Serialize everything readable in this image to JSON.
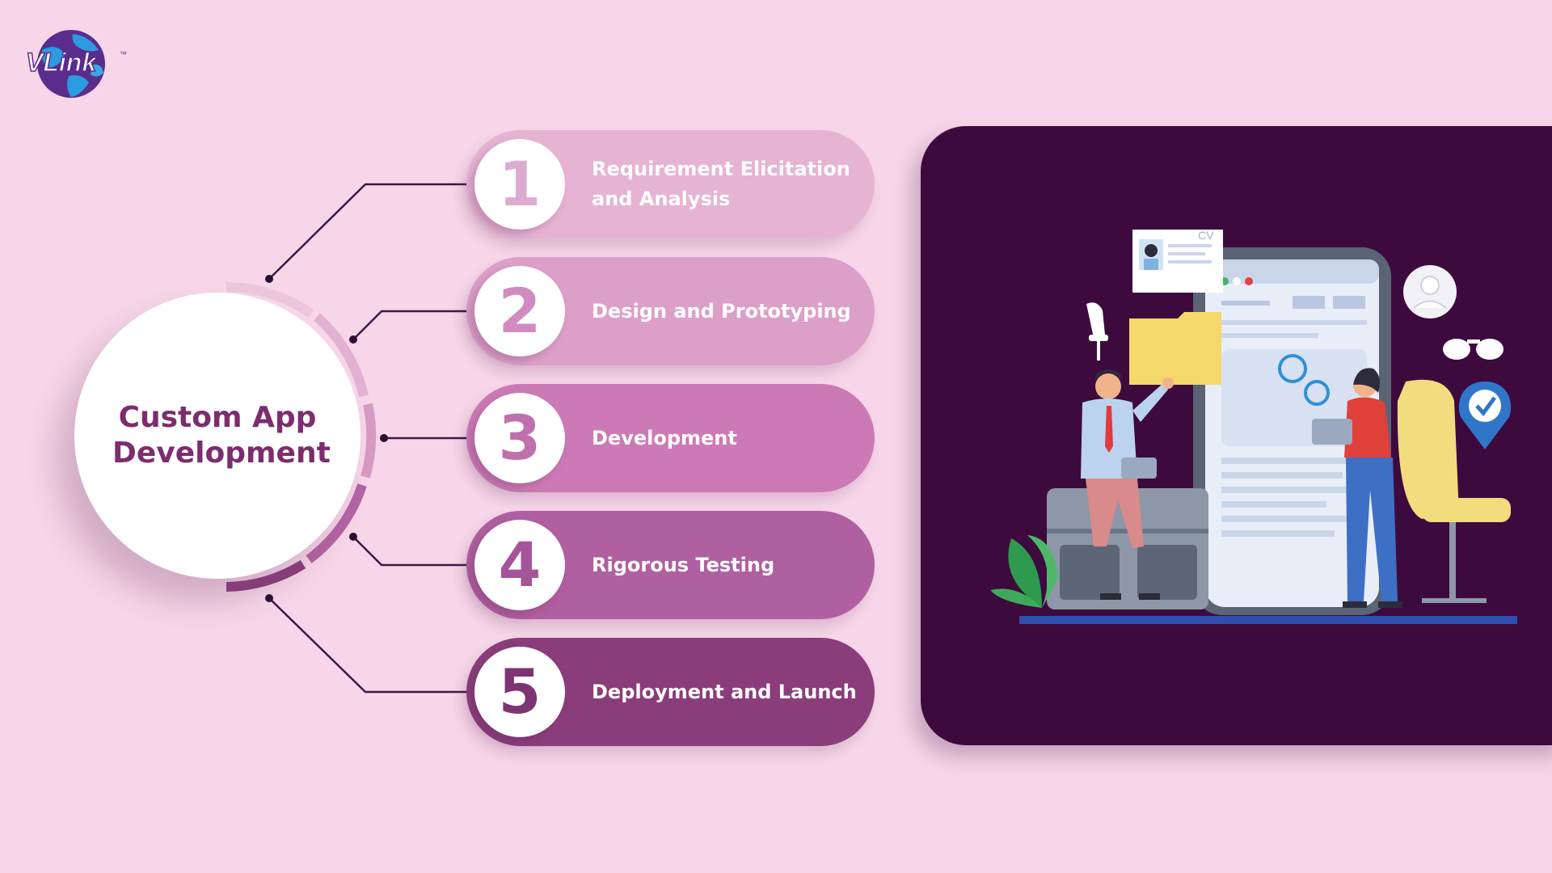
{
  "logo": {
    "text": "VLink",
    "trademark": "™"
  },
  "hub": {
    "title": "Custom App Development"
  },
  "steps": [
    {
      "number": "1",
      "label": "Requirement Elicitation and Analysis"
    },
    {
      "number": "2",
      "label": "Design and Prototyping"
    },
    {
      "number": "3",
      "label": "Development"
    },
    {
      "number": "4",
      "label": "Rigorous Testing"
    },
    {
      "number": "5",
      "label": "Deployment and Launch"
    }
  ],
  "illustration": {
    "cv_text": "CV"
  },
  "colors": {
    "background": "#f6d6e8",
    "accent": "#7b2d6e",
    "panel": "#3d0a3e",
    "step1": "#e6b3d3",
    "step2": "#dc9fc8",
    "step3": "#cc7ab6",
    "step4": "#b05fa0",
    "step5": "#8b3d7b"
  }
}
